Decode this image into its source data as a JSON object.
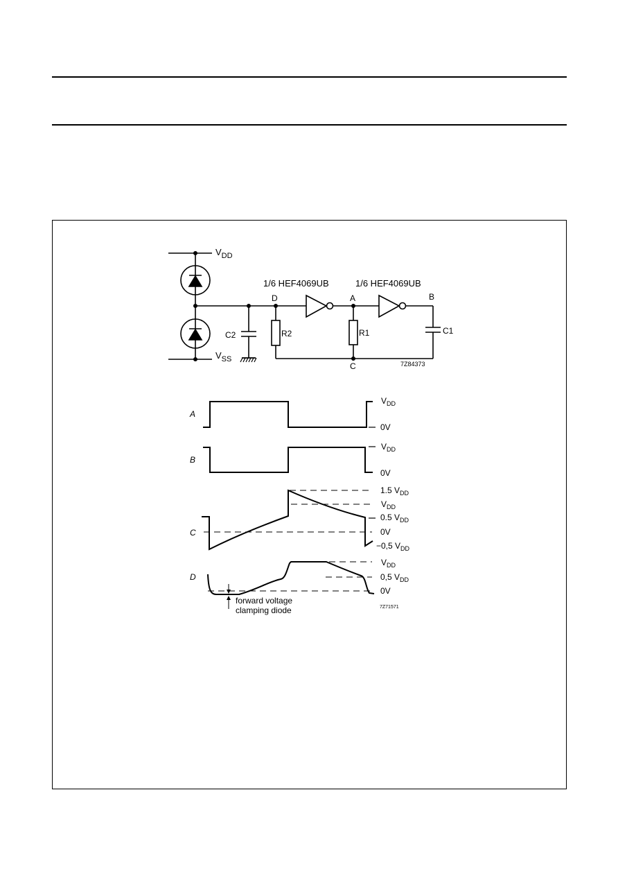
{
  "schematic": {
    "supply_top": {
      "main": "V",
      "sub": "DD"
    },
    "supply_bottom": {
      "main": "V",
      "sub": "SS"
    },
    "inverter1_label": "1/6 HEF4069UB",
    "inverter2_label": "1/6 HEF4069UB",
    "node_d": "D",
    "node_a": "A",
    "node_b": "B",
    "node_c": "C",
    "cap_c2": "C2",
    "res_r2": "R2",
    "res_r1": "R1",
    "cap_c1": "C1",
    "figure_code": "7Z84373"
  },
  "waveforms": {
    "trace_a": "A",
    "trace_b": "B",
    "trace_c": "C",
    "trace_d": "D",
    "a_high": {
      "main": "V",
      "sub": "DD"
    },
    "a_low": "0V",
    "b_high": {
      "main": "V",
      "sub": "DD"
    },
    "b_low": "0V",
    "c_level_15": {
      "main": "1.5 V",
      "sub": "DD"
    },
    "c_level_vdd": {
      "main": "V",
      "sub": "DD"
    },
    "c_level_05": {
      "main": "0.5 V",
      "sub": "DD"
    },
    "c_level_0": "0V",
    "c_level_neg": {
      "main": "−0,5 V",
      "sub": "DD"
    },
    "d_level_vdd": {
      "main": "V",
      "sub": "DD"
    },
    "d_level_05": {
      "main": "0,5 V",
      "sub": "DD"
    },
    "d_level_0": "0V",
    "annotation_line1": "forward voltage",
    "annotation_line2": "clamping diode",
    "figure_code": "7Z71571"
  }
}
